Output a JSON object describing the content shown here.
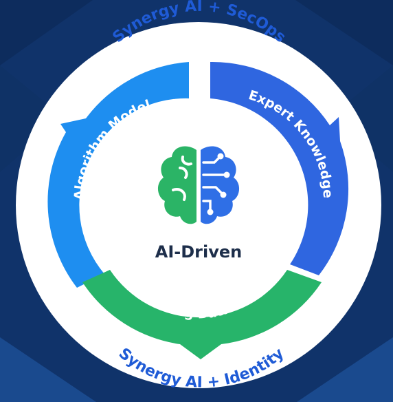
{
  "center": {
    "label": "AI-Driven"
  },
  "outer_top_label": "Synergy AI + SecOps",
  "outer_bottom_label": "Synergy AI + Identity",
  "segments": {
    "left": {
      "label": "Algorithm Model",
      "color": "#1e8ef0"
    },
    "right": {
      "label": "Expert Knowledge",
      "color": "#2f66e0"
    },
    "bottom": {
      "label": "Big Data",
      "color": "#27b46a"
    }
  },
  "colors": {
    "background": "#10336a",
    "ring_text": "#1f5bd6",
    "center_text": "#1d2e4a",
    "brain_left": "#2bb466",
    "brain_right": "#2f6fe6"
  }
}
